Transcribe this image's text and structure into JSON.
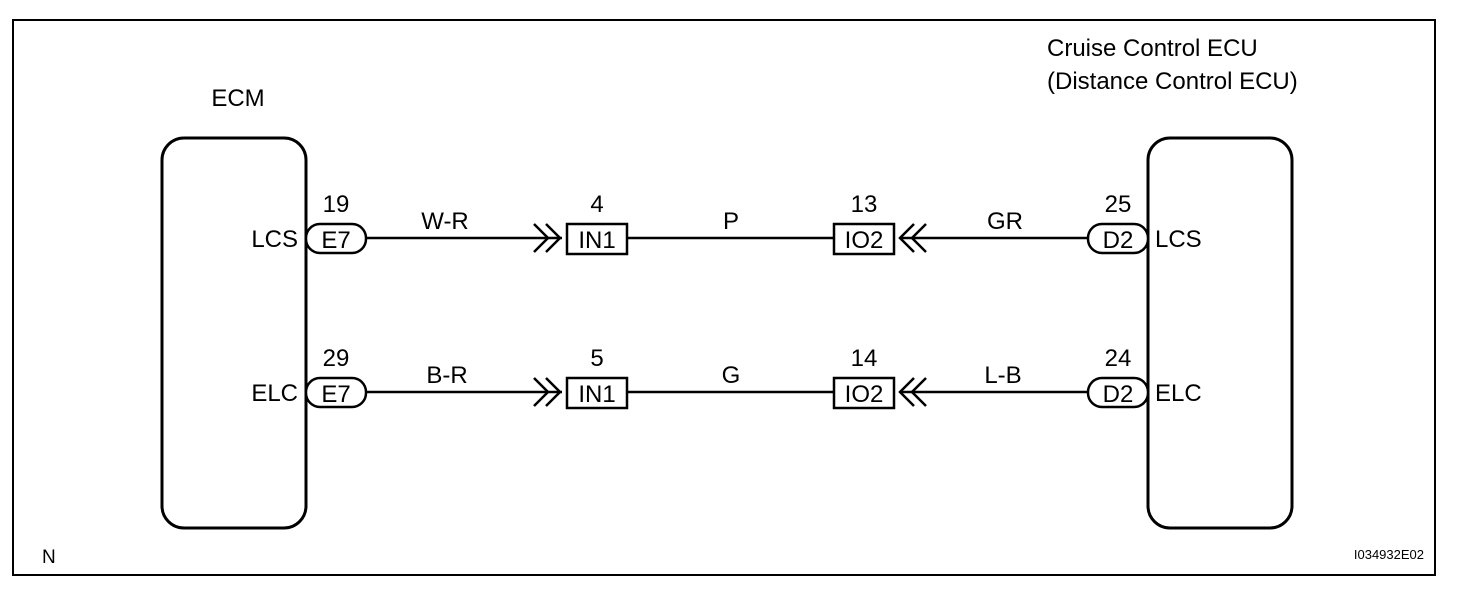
{
  "ecm": {
    "label": "ECM"
  },
  "cruise_ecu": {
    "label_line1": "Cruise Control ECU",
    "label_line2": "(Distance Control ECU)"
  },
  "circuits": [
    {
      "ecm_pin": "19",
      "ecm_connector": "E7",
      "ecm_signal": "LCS",
      "wire1": "W-R",
      "junction1_pin": "4",
      "junction1": "IN1",
      "wire2": "P",
      "junction2_pin": "13",
      "junction2": "IO2",
      "wire3": "GR",
      "ecu_pin": "25",
      "ecu_connector": "D2",
      "ecu_signal": "LCS"
    },
    {
      "ecm_pin": "29",
      "ecm_connector": "E7",
      "ecm_signal": "ELC",
      "wire1": "B-R",
      "junction1_pin": "5",
      "junction1": "IN1",
      "wire2": "G",
      "junction2_pin": "14",
      "junction2": "IO2",
      "wire3": "L-B",
      "ecu_pin": "24",
      "ecu_connector": "D2",
      "ecu_signal": "ELC"
    }
  ],
  "footer": {
    "left_mark": "N",
    "figure_id": "I034932E02"
  }
}
